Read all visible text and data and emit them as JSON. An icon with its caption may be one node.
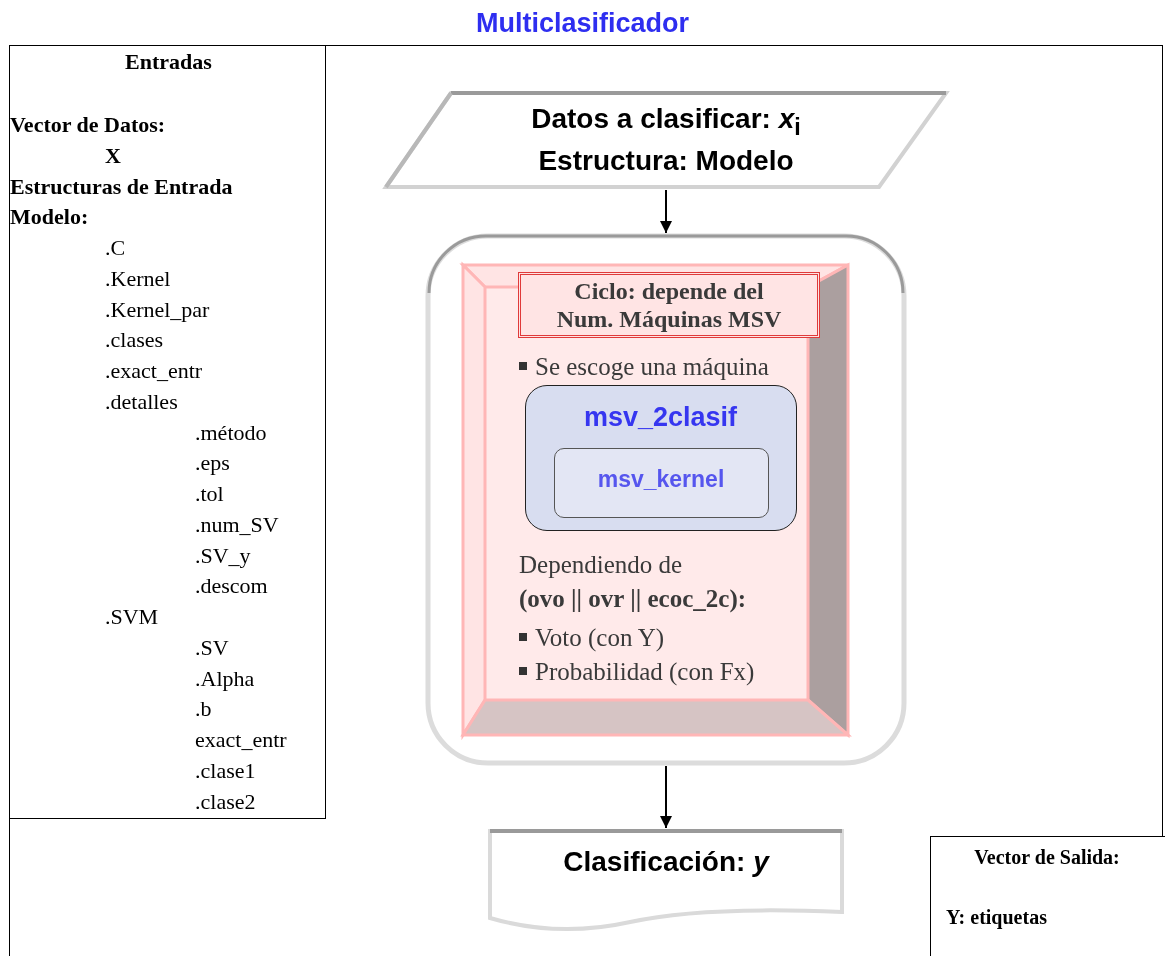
{
  "diagram": {
    "title": "Multiclasificador",
    "nodes": [
      {
        "text": [
          "Entradas",
          "Vector de Datos:",
          "X",
          "Estructuras de Entrada",
          "Modelo:",
          ".C",
          ".Kernel",
          ".Kernel_par",
          ".clases",
          ".exact_entr",
          ".detalles",
          ".método",
          ".eps",
          ".tol",
          ".num_SV",
          ".SV_y",
          ".descom",
          ".SVM",
          ".SV",
          ".Alpha",
          ".b",
          "exact_entr",
          ".clase1",
          ".clase2"
        ]
      },
      {
        "text": [
          "Datos a clasificar: *x*$_{i}$",
          "Estructura: Modelo"
        ]
      },
      {
        "text": [],
        "shape": "box"
      },
      {
        "text": [
          "Se escoge una máquina",
          "Dependiendo de **(ovo || ovr || ecoc_2c):**",
          "Voto (con Y)",
          "Probabilidad (con Fx)"
        ],
        "in": 2
      },
      {
        "text": [
          "Ciclo: depende del Num. Máquinas MSV"
        ],
        "in": 3
      },
      {
        "text": [
          "msv_2clasif"
        ],
        "in": 3
      },
      {
        "text": [
          "msv_kernel"
        ],
        "in": 5
      },
      {
        "text": [
          "Clasificación: *y*"
        ]
      },
      {
        "text": [
          "Vector de Salida:",
          "Y: etiquetas"
        ]
      }
    ],
    "edges": [
      {
        "from": 1,
        "to": 2,
        "arrow": "to"
      },
      {
        "from": 2,
        "to": 7,
        "arrow": "to"
      }
    ]
  }
}
